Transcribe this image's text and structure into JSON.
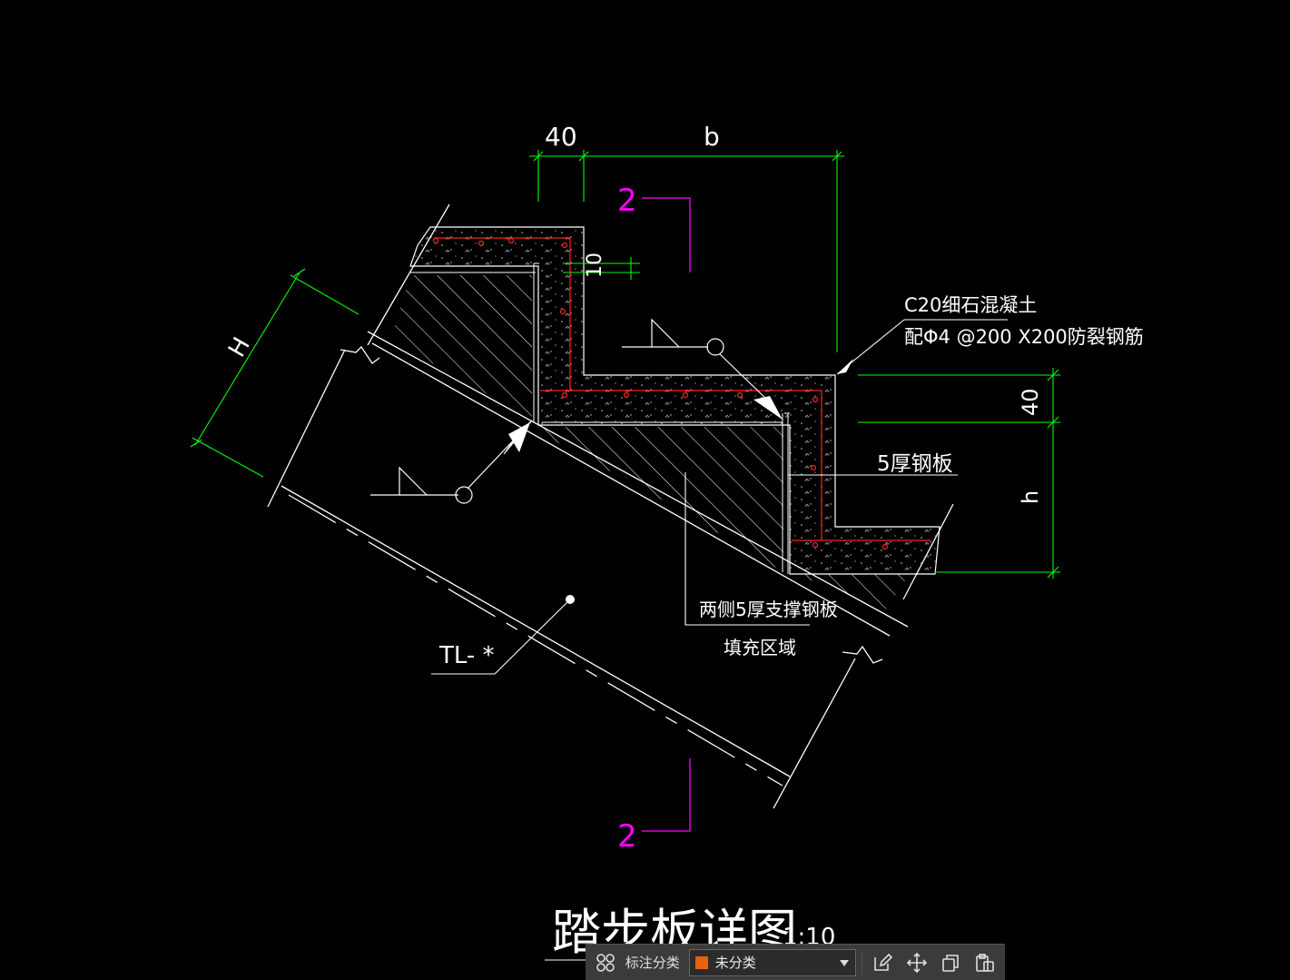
{
  "drawing": {
    "title": "踏步板详图",
    "scale": "1:10",
    "section_mark": "2",
    "section_mark_bottom": "2",
    "dim_top_left": "40",
    "dim_top_b": "b",
    "dim_small": "10",
    "dim_H": "H",
    "dim_right_40": "40",
    "dim_h": "h",
    "note_concrete": "C20细石混凝土",
    "note_rebar": "配Φ4 @200 X200防裂钢筋",
    "note_plate": "5厚钢板",
    "note_support_1": "两侧5厚支撑钢板",
    "note_support_2": "填充区域",
    "beam_label": "TL- *",
    "colors": {
      "background": "#000000",
      "lines": "#ffffff",
      "dimension": "#00ff00",
      "section": "#ff00ff",
      "rebar": "#ff0000"
    }
  },
  "toolbar": {
    "grid_icon": "grid-icon",
    "label": "标注分类",
    "select_value": "未分类",
    "select_color": "#e8610f",
    "edit_icon": "edit-icon",
    "move_icon": "move-icon",
    "copy_icon": "copy-icon",
    "paste_icon": "paste-icon"
  }
}
